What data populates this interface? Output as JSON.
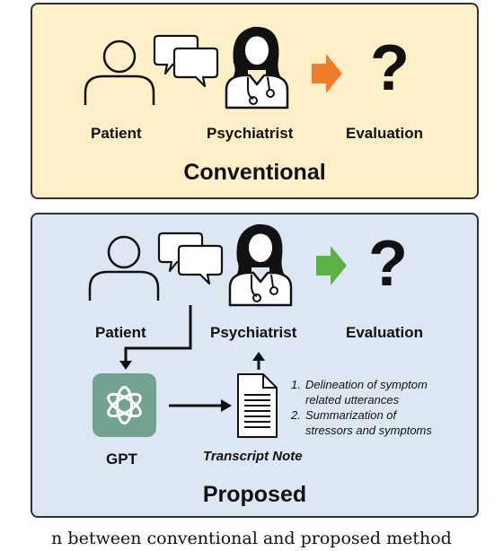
{
  "conventional": {
    "title": "Conventional",
    "patient_label": "Patient",
    "psychiatrist_label": "Psychiatrist",
    "evaluation_label": "Evaluation",
    "evaluation_symbol": "?",
    "arrow_color": "#f07d2a",
    "background_color": "#fdf0c8"
  },
  "proposed": {
    "title": "Proposed",
    "patient_label": "Patient",
    "psychiatrist_label": "Psychiatrist",
    "evaluation_label": "Evaluation",
    "evaluation_symbol": "?",
    "gpt_label": "GPT",
    "transcript_label": "Transcript Note",
    "steps": [
      {
        "number": "1.",
        "lines": [
          "Delineation of symptom",
          "related utterances"
        ]
      },
      {
        "number": "2.",
        "lines": [
          "Summarization of",
          "stressors and symptoms"
        ]
      }
    ],
    "arrow_color": "#5cb044",
    "gpt_icon_color": "#72a391",
    "background_color": "#dde7f3"
  },
  "caption": "n between conventional and proposed method",
  "icons": [
    "person-icon",
    "speech-bubbles-icon",
    "doctor-icon",
    "arrow-icon",
    "openai-logo-icon",
    "document-icon"
  ]
}
